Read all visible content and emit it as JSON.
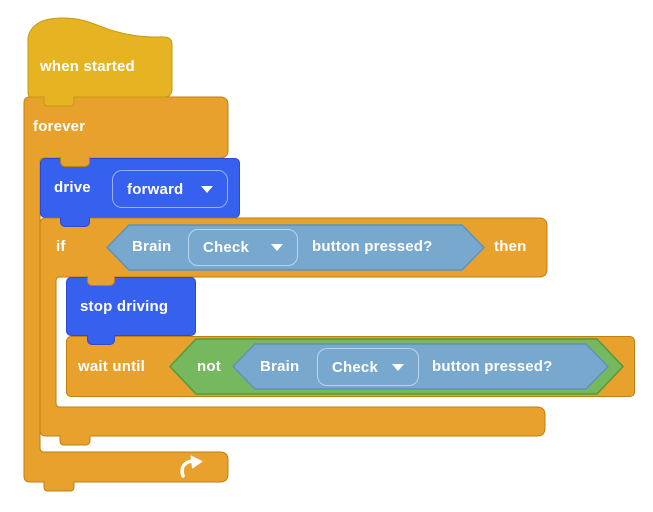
{
  "colors": {
    "hat_yellow": "#E6B422",
    "hat_yellow_border": "#C79A10",
    "control_orange": "#E8A12C",
    "control_orange_border": "#C27F0E",
    "drive_blue": "#3660EE",
    "drive_blue_border": "#2B4ACF",
    "sensing_blue": "#78A8CE",
    "sensing_blue_border": "#5D93BE",
    "operator_green": "#76B85E",
    "operator_green_border": "#4F9C3F",
    "text_white": "#FFFFFF"
  },
  "icons": {
    "dropdown_caret": "triangle-down",
    "loop": "loop-arrow"
  },
  "script": {
    "hat": {
      "label": "when started"
    },
    "forever": {
      "label": "forever"
    },
    "drive": {
      "label": "drive",
      "direction_dropdown": {
        "value": "forward"
      }
    },
    "if_block": {
      "label": "if",
      "then_label": "then",
      "condition": {
        "device": "Brain",
        "button_dropdown": {
          "value": "Check"
        },
        "suffix": "button pressed?"
      }
    },
    "stop_driving": {
      "label": "stop driving"
    },
    "wait_until": {
      "label": "wait until",
      "not_operator": {
        "label": "not"
      },
      "condition": {
        "device": "Brain",
        "button_dropdown": {
          "value": "Check"
        },
        "suffix": "button pressed?"
      }
    }
  }
}
